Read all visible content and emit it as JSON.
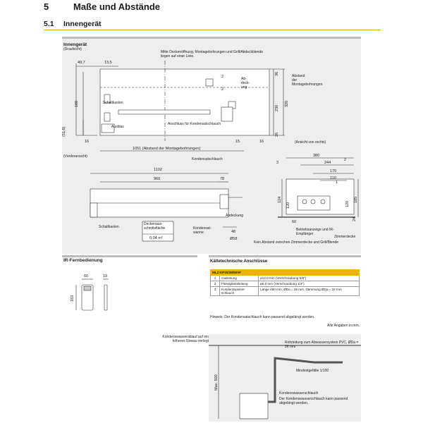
{
  "heading": {
    "number": "5",
    "title": "Maße und Abstände"
  },
  "subheading": {
    "number": "5.1",
    "title": "Innengerät"
  },
  "innengeraet": {
    "title": "Innengerät",
    "view_top": "(Draufsicht)",
    "note_center": "Mitte Deckenöffnung, Montagebohrungen und Grill/Abdeckblende liegen auf einer Linie.",
    "label_schaltkasten": "Schaltkasten",
    "label_ausblas": "Ausblas",
    "label_anschluss": "Anschluss für Kondensatschlauch",
    "label_abdeckung": "Ab-deck-ung",
    "label_abstand": "Abstand der Montagebohrungen",
    "label_bottom": "1051 (Abstand der Montagebohrungen)",
    "dims": {
      "d49_7": "49,7",
      "d13_5": "13,5",
      "d180": "180",
      "d51_6": "(51,6)",
      "d16a": "16",
      "d15": "15",
      "d16b": "16",
      "d2a": "2",
      "d2b": "2",
      "d36": "36",
      "d230": "230",
      "d320": "320",
      "d26": "26"
    }
  },
  "vorder": {
    "view_front": "(Vorderansicht)",
    "label_kondensat": "Kondensatschlauch",
    "label_schaltkasten": "Schaltkasten",
    "label_abdeckung": "Abdeckung",
    "label_querschnitt": "Deckenaus-schnittsfläche",
    "value_querschnitt": "0,04 m²",
    "label_wanne": "Kondensat-wanne",
    "dims": {
      "d1102": "1102",
      "d960": "960",
      "d78": "78",
      "d48": "48",
      "d58": "Ø58"
    }
  },
  "seite": {
    "view_right": "(Ansicht von rechts)",
    "label_betrieb": "Betriebsanzeige und IR-Empfänger",
    "label_zimmerdecke": "Zimmerdecke",
    "label_kein_abstand": "Kein Abstand zwischen Zimmerdecke und Grill/Blende",
    "dims": {
      "d380": "380",
      "d244": "244",
      "d170": "170",
      "d110": "110",
      "d124": "124",
      "d120a": "120",
      "d120b": "120",
      "d185": "185",
      "d24": "24",
      "d60": "60"
    },
    "markers": [
      "1",
      "2",
      "3"
    ]
  },
  "fernbedienung": {
    "title": "IR-Fernbedienung",
    "dims": {
      "d60": "60",
      "d19": "19",
      "d183": "183"
    }
  },
  "kaelte": {
    "title": "Kältetechnische Anschlüsse",
    "model": "MLZ-KP25/35/50VF",
    "rows": [
      {
        "num": "1",
        "label": "Gasleitung",
        "value": "ø12,0 mm (Verschraubung 5/8\")"
      },
      {
        "num": "2",
        "label": "Flüssigkeitsleitung",
        "value": "ø6,0 mm (Verschraubung 1/4\")"
      },
      {
        "num": "3",
        "label": "Kondenswasser-schlauch",
        "value": "Länge 480 mm, ØDa = 25 mm, Dämmung ØDa = 32 mm"
      }
    ],
    "hint": "Hinweis: Der Kondensatschlauch kann passend abgelängt werden.",
    "units": "Alle Angaben in mm."
  },
  "ablauf": {
    "note": "Kondenswasserablauf auf ein höheres Niveau verlegt",
    "label_rohrleitung": "Rohrleitung zum Abwassersystem PVC, ØDa = 26 mm",
    "label_gefaelle": "Mindestgefälle 1/100",
    "label_max": "Max. 500",
    "label_schlauch": "Kondenswasserschlauch",
    "label_ablaengen": "Der Kondenswasserschlauch kann passend abgelängt werden."
  }
}
